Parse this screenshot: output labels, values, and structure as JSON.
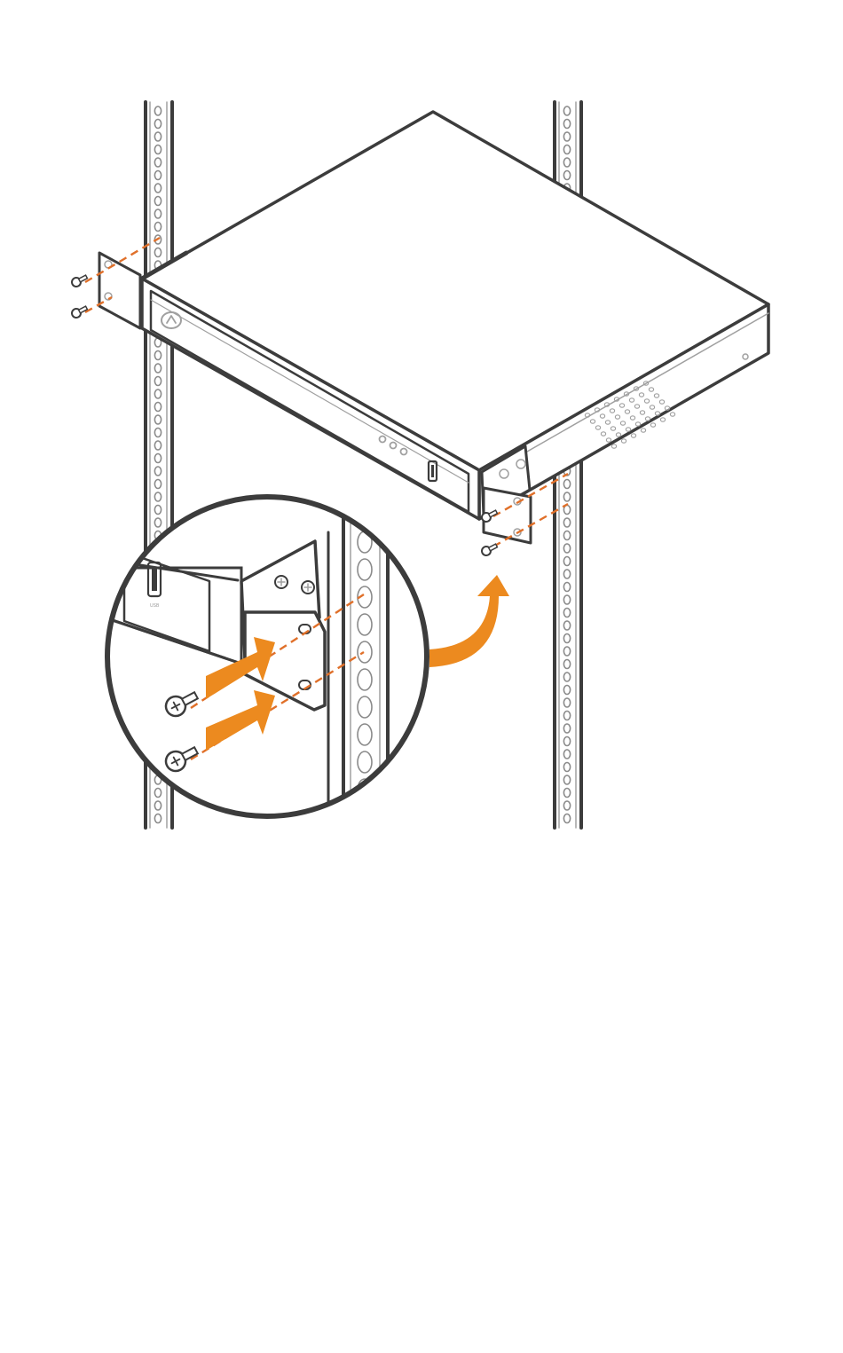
{
  "figure": {
    "kind": "rack-mount-installation-diagram",
    "colors": {
      "outline": "#3c3c3c",
      "light_outline": "#a0a0a0",
      "rail_hole": "#8a8a8a",
      "arrow": "#ec8a1f",
      "guide_line": "#e0702a",
      "background": "#ffffff"
    },
    "icons": [
      "rack-rail",
      "network-device",
      "mounting-bracket",
      "screw",
      "push-arrow",
      "curved-arrow",
      "magnifier-circle"
    ],
    "device_label": "USB"
  }
}
